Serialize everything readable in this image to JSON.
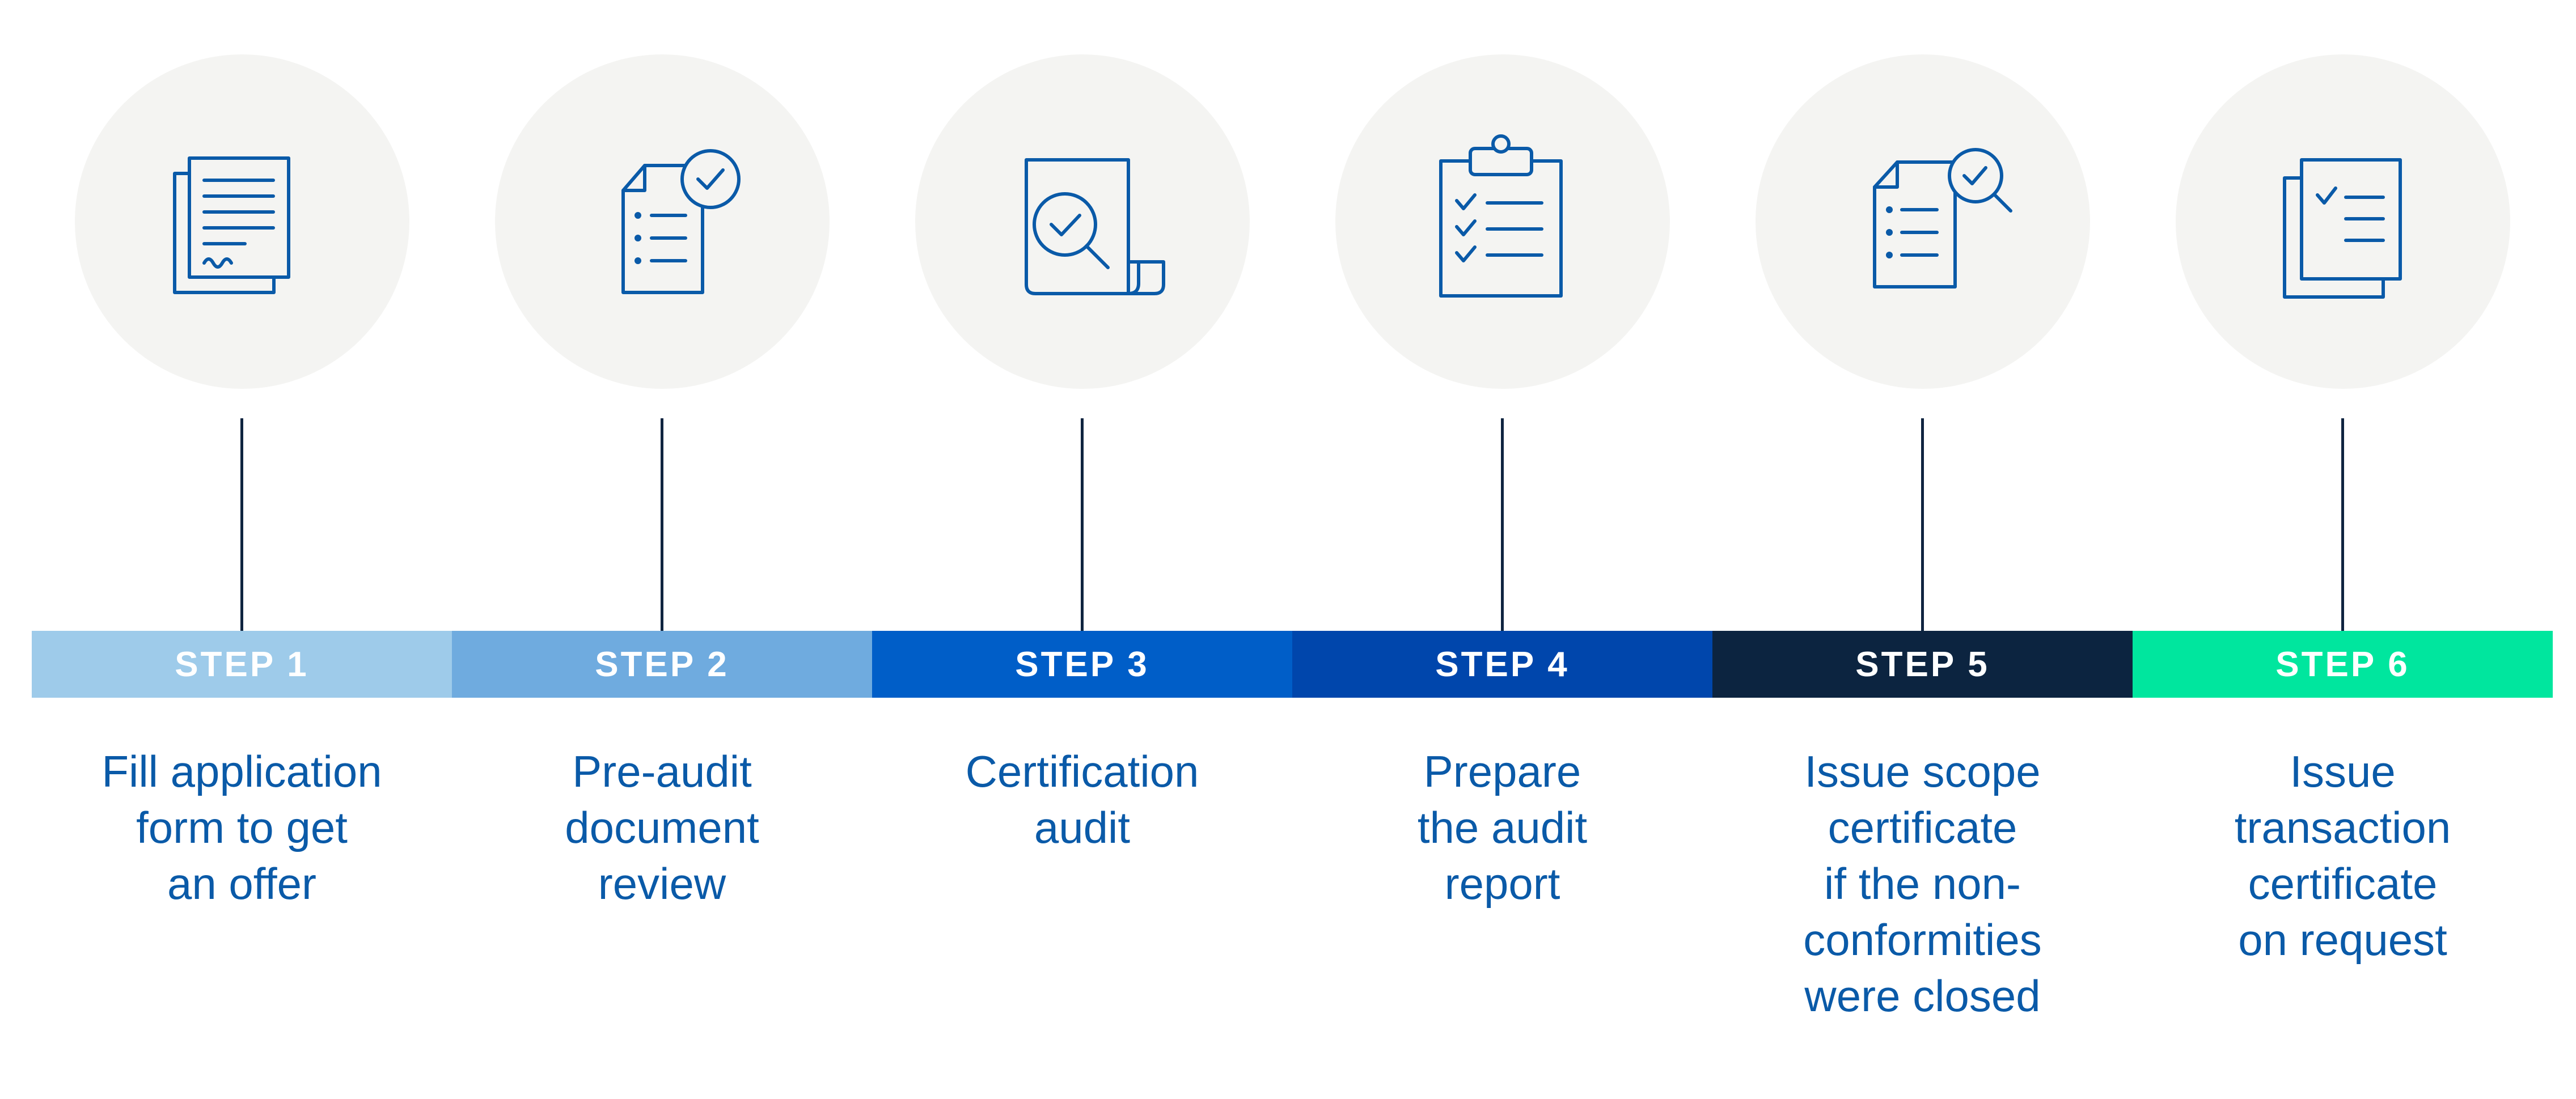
{
  "steps": [
    {
      "label": "STEP 1",
      "color": "#9ecbea",
      "icon": "document-stack-icon",
      "description": "Fill application\nform to get\nan offer"
    },
    {
      "label": "STEP 2",
      "color": "#6fabdf",
      "icon": "document-check-icon",
      "description": "Pre-audit\ndocument\nreview"
    },
    {
      "label": "STEP 3",
      "color": "#005ec8",
      "icon": "scroll-magnifier-icon",
      "description": "Certification\naudit"
    },
    {
      "label": "STEP 4",
      "color": "#0046ac",
      "icon": "clipboard-checklist-icon",
      "description": "Prepare\nthe audit\nreport"
    },
    {
      "label": "STEP 5",
      "color": "#0c2440",
      "icon": "document-search-check-icon",
      "description": "Issue scope\ncertificate\nif the non-\nconformities\nwere closed"
    },
    {
      "label": "STEP 6",
      "color": "#00e69e",
      "icon": "documents-checklist-icon",
      "description": "Issue\ntransaction\ncertificate\non request"
    }
  ],
  "colors": {
    "icon_stroke": "#0a5aa8",
    "circle_fill": "#f4f4f2",
    "connector": "#0f2440",
    "description_text": "#0a5aa8",
    "band_text": "#ffffff"
  }
}
